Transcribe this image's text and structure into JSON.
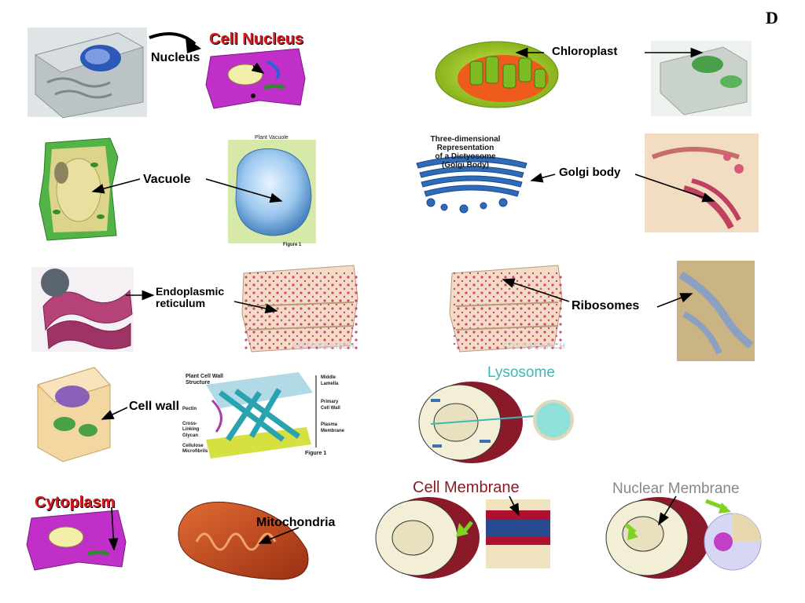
{
  "page_letter": "D",
  "labels": {
    "nucleus": "Nucleus",
    "cell_nucleus_title": "Cell Nucleus",
    "chloroplast": "Chloroplast",
    "vacuole": "Vacuole",
    "golgi_body": "Golgi body",
    "endoplasmic_reticulum": [
      "Endoplasmic",
      "reticulum"
    ],
    "ribosomes": "Ribosomes",
    "cell_wall": "Cell wall",
    "lysosome": "Lysosome",
    "cytoplasm": "Cytoplasm",
    "mitochondria": "Mitochondria",
    "cell_membrane": "Cell Membrane",
    "nuclear_membrane": "Nuclear Membrane"
  },
  "captions": {
    "plant_vacuole_title": "Plant Vacuole",
    "figure1": "Figure 1",
    "golgi_title": [
      "Three-dimensional Representation",
      "of a Dictyosome",
      "(Golgi Body)"
    ],
    "cell_wall_title": [
      "Plant Cell Wall",
      "Structure"
    ],
    "cell_wall_parts": [
      "Middle Lamella",
      "Primary Cell Wall",
      "Plasma Membrane"
    ],
    "cell_wall_left": [
      "Pectin",
      "Cross-Linking Glycan",
      "Cellulose Microfibrils"
    ],
    "watermark": "FOTOSEARCH"
  },
  "colors": {
    "title_red": "#e0161f",
    "lysosome_teal": "#3fb7b2",
    "membrane_red": "#8a1a1f",
    "nuclear_gray": "#888888",
    "arrow_green": "#7ed321"
  }
}
